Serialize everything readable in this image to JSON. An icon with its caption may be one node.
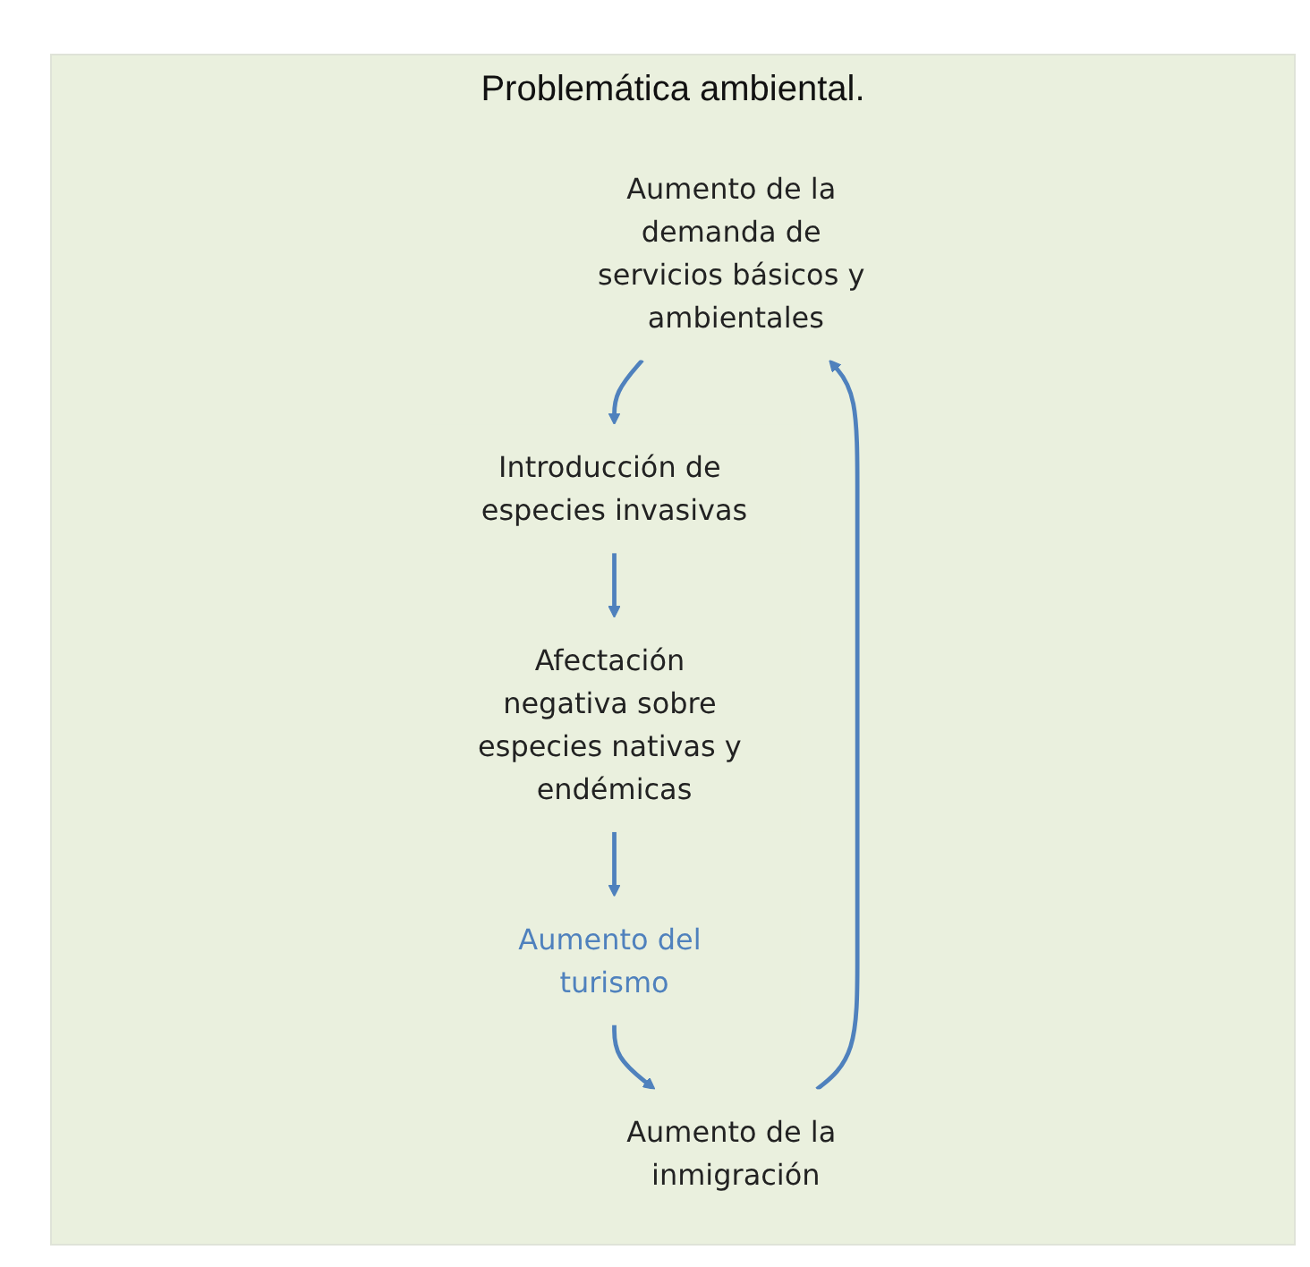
{
  "diagram": {
    "title": "Problemática ambiental.",
    "nodes": [
      {
        "text": [
          "Aumento de la demanda de servicios básicos y ambientales"
        ]
      },
      {
        "text": [
          "Introducción de especies invasivas"
        ]
      },
      {
        "text": [
          "Afectación negativa sobre especies nativas y endémicas"
        ]
      },
      {
        "text": [
          "Aumento del turismo"
        ]
      },
      {
        "text": [
          "Aumento de la inmigración"
        ]
      }
    ],
    "edges": [
      {
        "from": 0,
        "to": 1,
        "arrow": "to"
      },
      {
        "from": 1,
        "to": 2,
        "arrow": "to"
      },
      {
        "from": 2,
        "to": 3,
        "arrow": "to"
      },
      {
        "from": 3,
        "to": 4,
        "arrow": "to"
      },
      {
        "from": 4,
        "to": 0,
        "arrow": "to"
      }
    ]
  }
}
